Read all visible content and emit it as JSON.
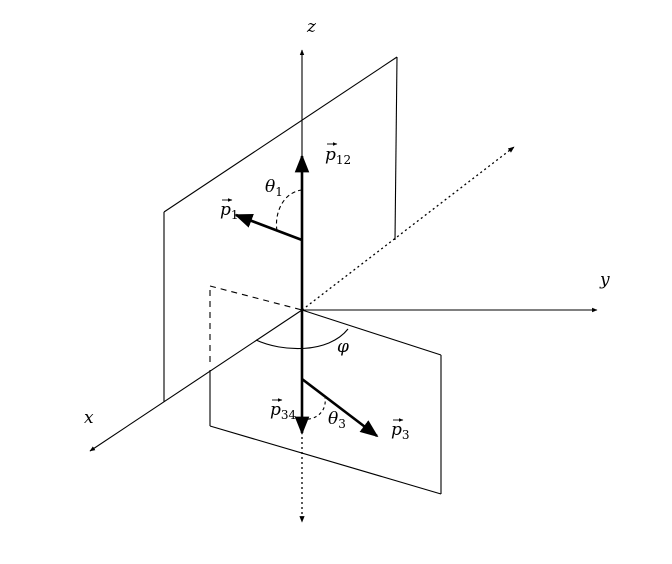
{
  "axes": {
    "x": "x",
    "y": "y",
    "z": "z"
  },
  "vectors": {
    "p12": {
      "base": "p",
      "sub": "12"
    },
    "p1": {
      "base": "p",
      "sub": "1"
    },
    "p3": {
      "base": "p",
      "sub": "3"
    },
    "p34": {
      "base": "p",
      "sub": "34"
    }
  },
  "angles": {
    "theta1": {
      "base": "θ",
      "sub": "1"
    },
    "theta3": {
      "base": "θ",
      "sub": "3"
    },
    "phi": "φ"
  },
  "colors": {
    "stroke": "#000000",
    "background": "#ffffff"
  }
}
